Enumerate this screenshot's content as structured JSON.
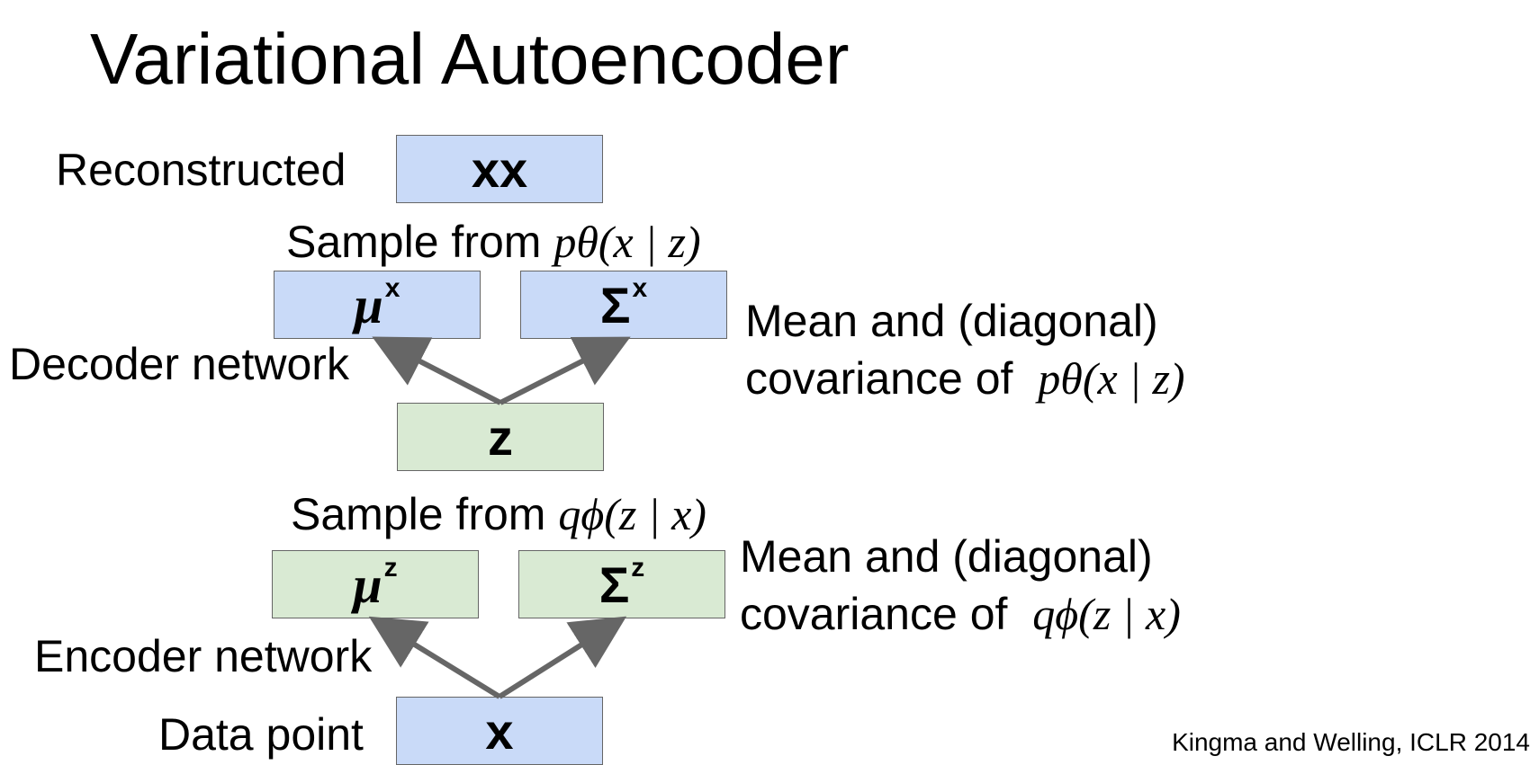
{
  "title": "Variational Autoencoder",
  "decoder": {
    "reconstructed_label": "Reconstructed",
    "output_box": "xx",
    "sample_prefix": "Sample from",
    "sample_math": "pθ(x | z)",
    "mu_box": {
      "symbol": "μ",
      "sup": "x"
    },
    "sigma_box": {
      "symbol": "Σ",
      "sup": "x"
    },
    "network_label": "Decoder network",
    "mean_line1": "Mean and (diagonal)",
    "mean_line2_prefix": "covariance of",
    "mean_math": "pθ(x | z)"
  },
  "latent": {
    "box": "z"
  },
  "encoder": {
    "sample_prefix": "Sample from",
    "sample_math": "qϕ(z | x)",
    "mu_box": {
      "symbol": "μ",
      "sup": "z"
    },
    "sigma_box": {
      "symbol": "Σ",
      "sup": "z"
    },
    "network_label": "Encoder network",
    "mean_line1": "Mean and (diagonal)",
    "mean_line2_prefix": "covariance of",
    "mean_math": "qϕ(z | x)",
    "data_label": "Data point",
    "input_box": "x"
  },
  "citation": "Kingma and Welling, ICLR 2014",
  "colors": {
    "blue_box": "#c9daf8",
    "green_box": "#d9ead3",
    "arrow": "#666666"
  }
}
